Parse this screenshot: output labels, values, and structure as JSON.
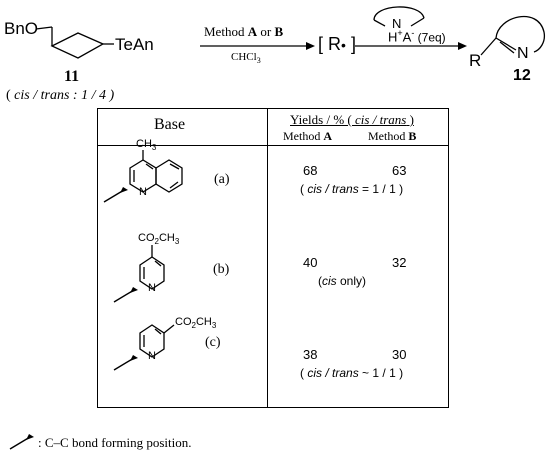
{
  "scheme": {
    "reactant_text": "BnO",
    "reagent_text": "TeAn",
    "arrow1_top_prefix": "Method ",
    "arrow1_top_a": "A",
    "arrow1_top_mid": " or ",
    "arrow1_top_b": "B",
    "arrow1_bottom": "CHCl",
    "arrow1_bottom_sub": "3",
    "radical_bracket_open": "[",
    "radical_R": "R",
    "radical_dot": "•",
    "radical_bracket_close": "]",
    "salt_N": "N",
    "salt_H": "H",
    "salt_plus": "+",
    "salt_A": "A",
    "salt_minus": "-",
    "salt_eq": " (7eq)",
    "product_R": "R",
    "product_N": "N",
    "compound11": "11",
    "compound12": "12",
    "ratio_open": "( ",
    "ratio_cis": "cis",
    "ratio_slash": " / ",
    "ratio_trans": "trans",
    "ratio_value": " : 1 / 4 )"
  },
  "table": {
    "header_base": "Base",
    "header_yields": "Yields / %  ( ",
    "header_yields_cis": "cis",
    "header_yields_slash": " / ",
    "header_yields_trans": "trans",
    "header_yields_close": " )",
    "method_a_label": "Method ",
    "method_a_letter": "A",
    "method_b_label": "Method ",
    "method_b_letter": "B",
    "rows": [
      {
        "label": "(a)",
        "substituent": "CH",
        "substituent_sub": "3",
        "ring_N": "N",
        "yield_a": "68",
        "yield_b": "63",
        "note_open": "( ",
        "note_cis": "cis",
        "note_slash": " / ",
        "note_trans": "trans",
        "note_value": " = 1 / 1 )"
      },
      {
        "label": "(b)",
        "substituent": "CO",
        "substituent_sub": "2",
        "substituent_tail": "CH",
        "substituent_sub2": "3",
        "ring_N": "N",
        "yield_a": "40",
        "yield_b": "32",
        "note_open": "(",
        "note_cis": "cis",
        "note_value": "  only)"
      },
      {
        "label": "(c)",
        "substituent": "CO",
        "substituent_sub": "2",
        "substituent_tail": "CH",
        "substituent_sub2": "3",
        "ring_N": "N",
        "yield_a": "38",
        "yield_b": "30",
        "note_open": "( ",
        "note_cis": "cis",
        "note_slash": " / ",
        "note_trans": "trans",
        "note_value": " ~ 1 / 1 )"
      }
    ]
  },
  "footnote": ": C–C bond forming position."
}
